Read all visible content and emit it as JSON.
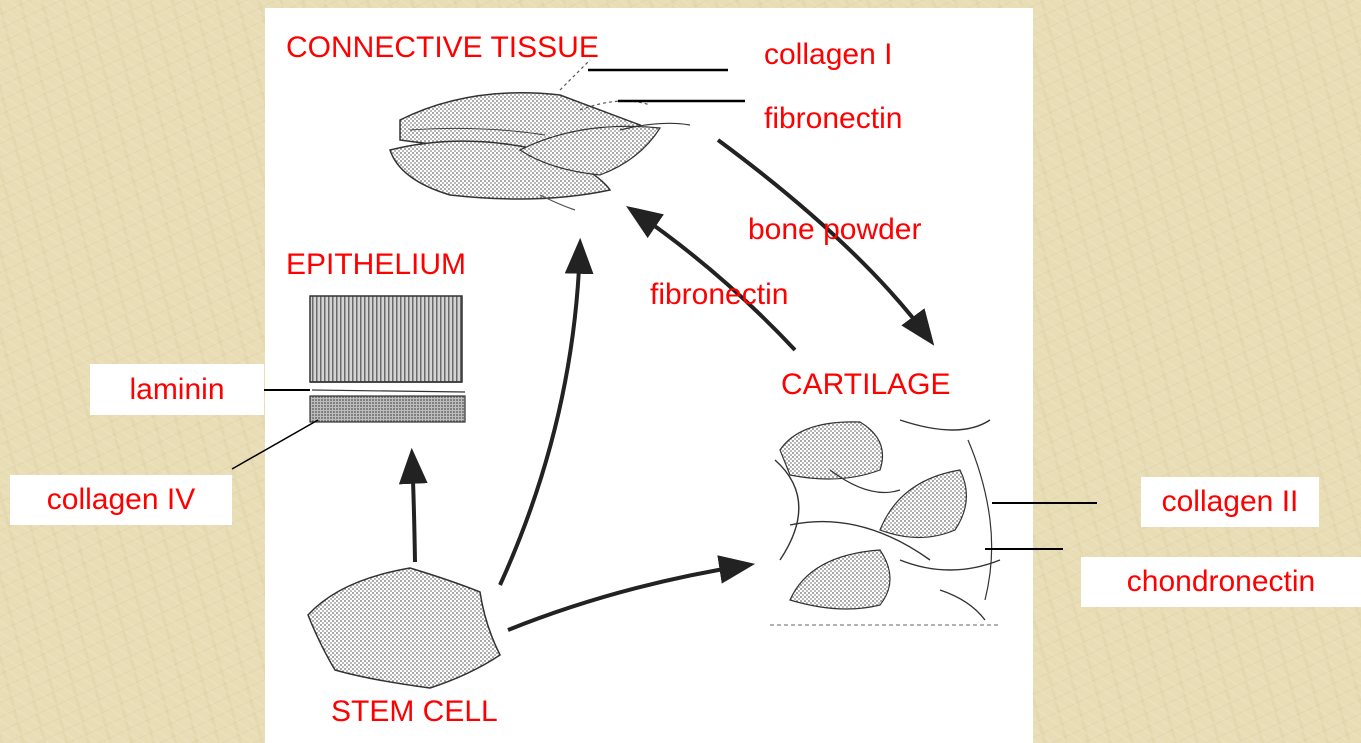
{
  "labels": {
    "connective_tissue": "CONNECTIVE TISSUE",
    "collagen_1": "collagen I",
    "fibronectin_top": "fibronectin",
    "bone_powder": "bone powder",
    "epithelium": "EPITHELIUM",
    "fibronectin_mid": "fibronectin",
    "cartilage": "CARTILAGE",
    "laminin": "laminin",
    "collagen_4": "collagen IV",
    "collagen_2": "collagen II",
    "chondronectin": "chondronectin",
    "stem_cell": "STEM CELL"
  },
  "colors": {
    "label": "#ff0000",
    "background": "#e8ddb5",
    "panel": "#ffffff",
    "ink": "#222222"
  }
}
